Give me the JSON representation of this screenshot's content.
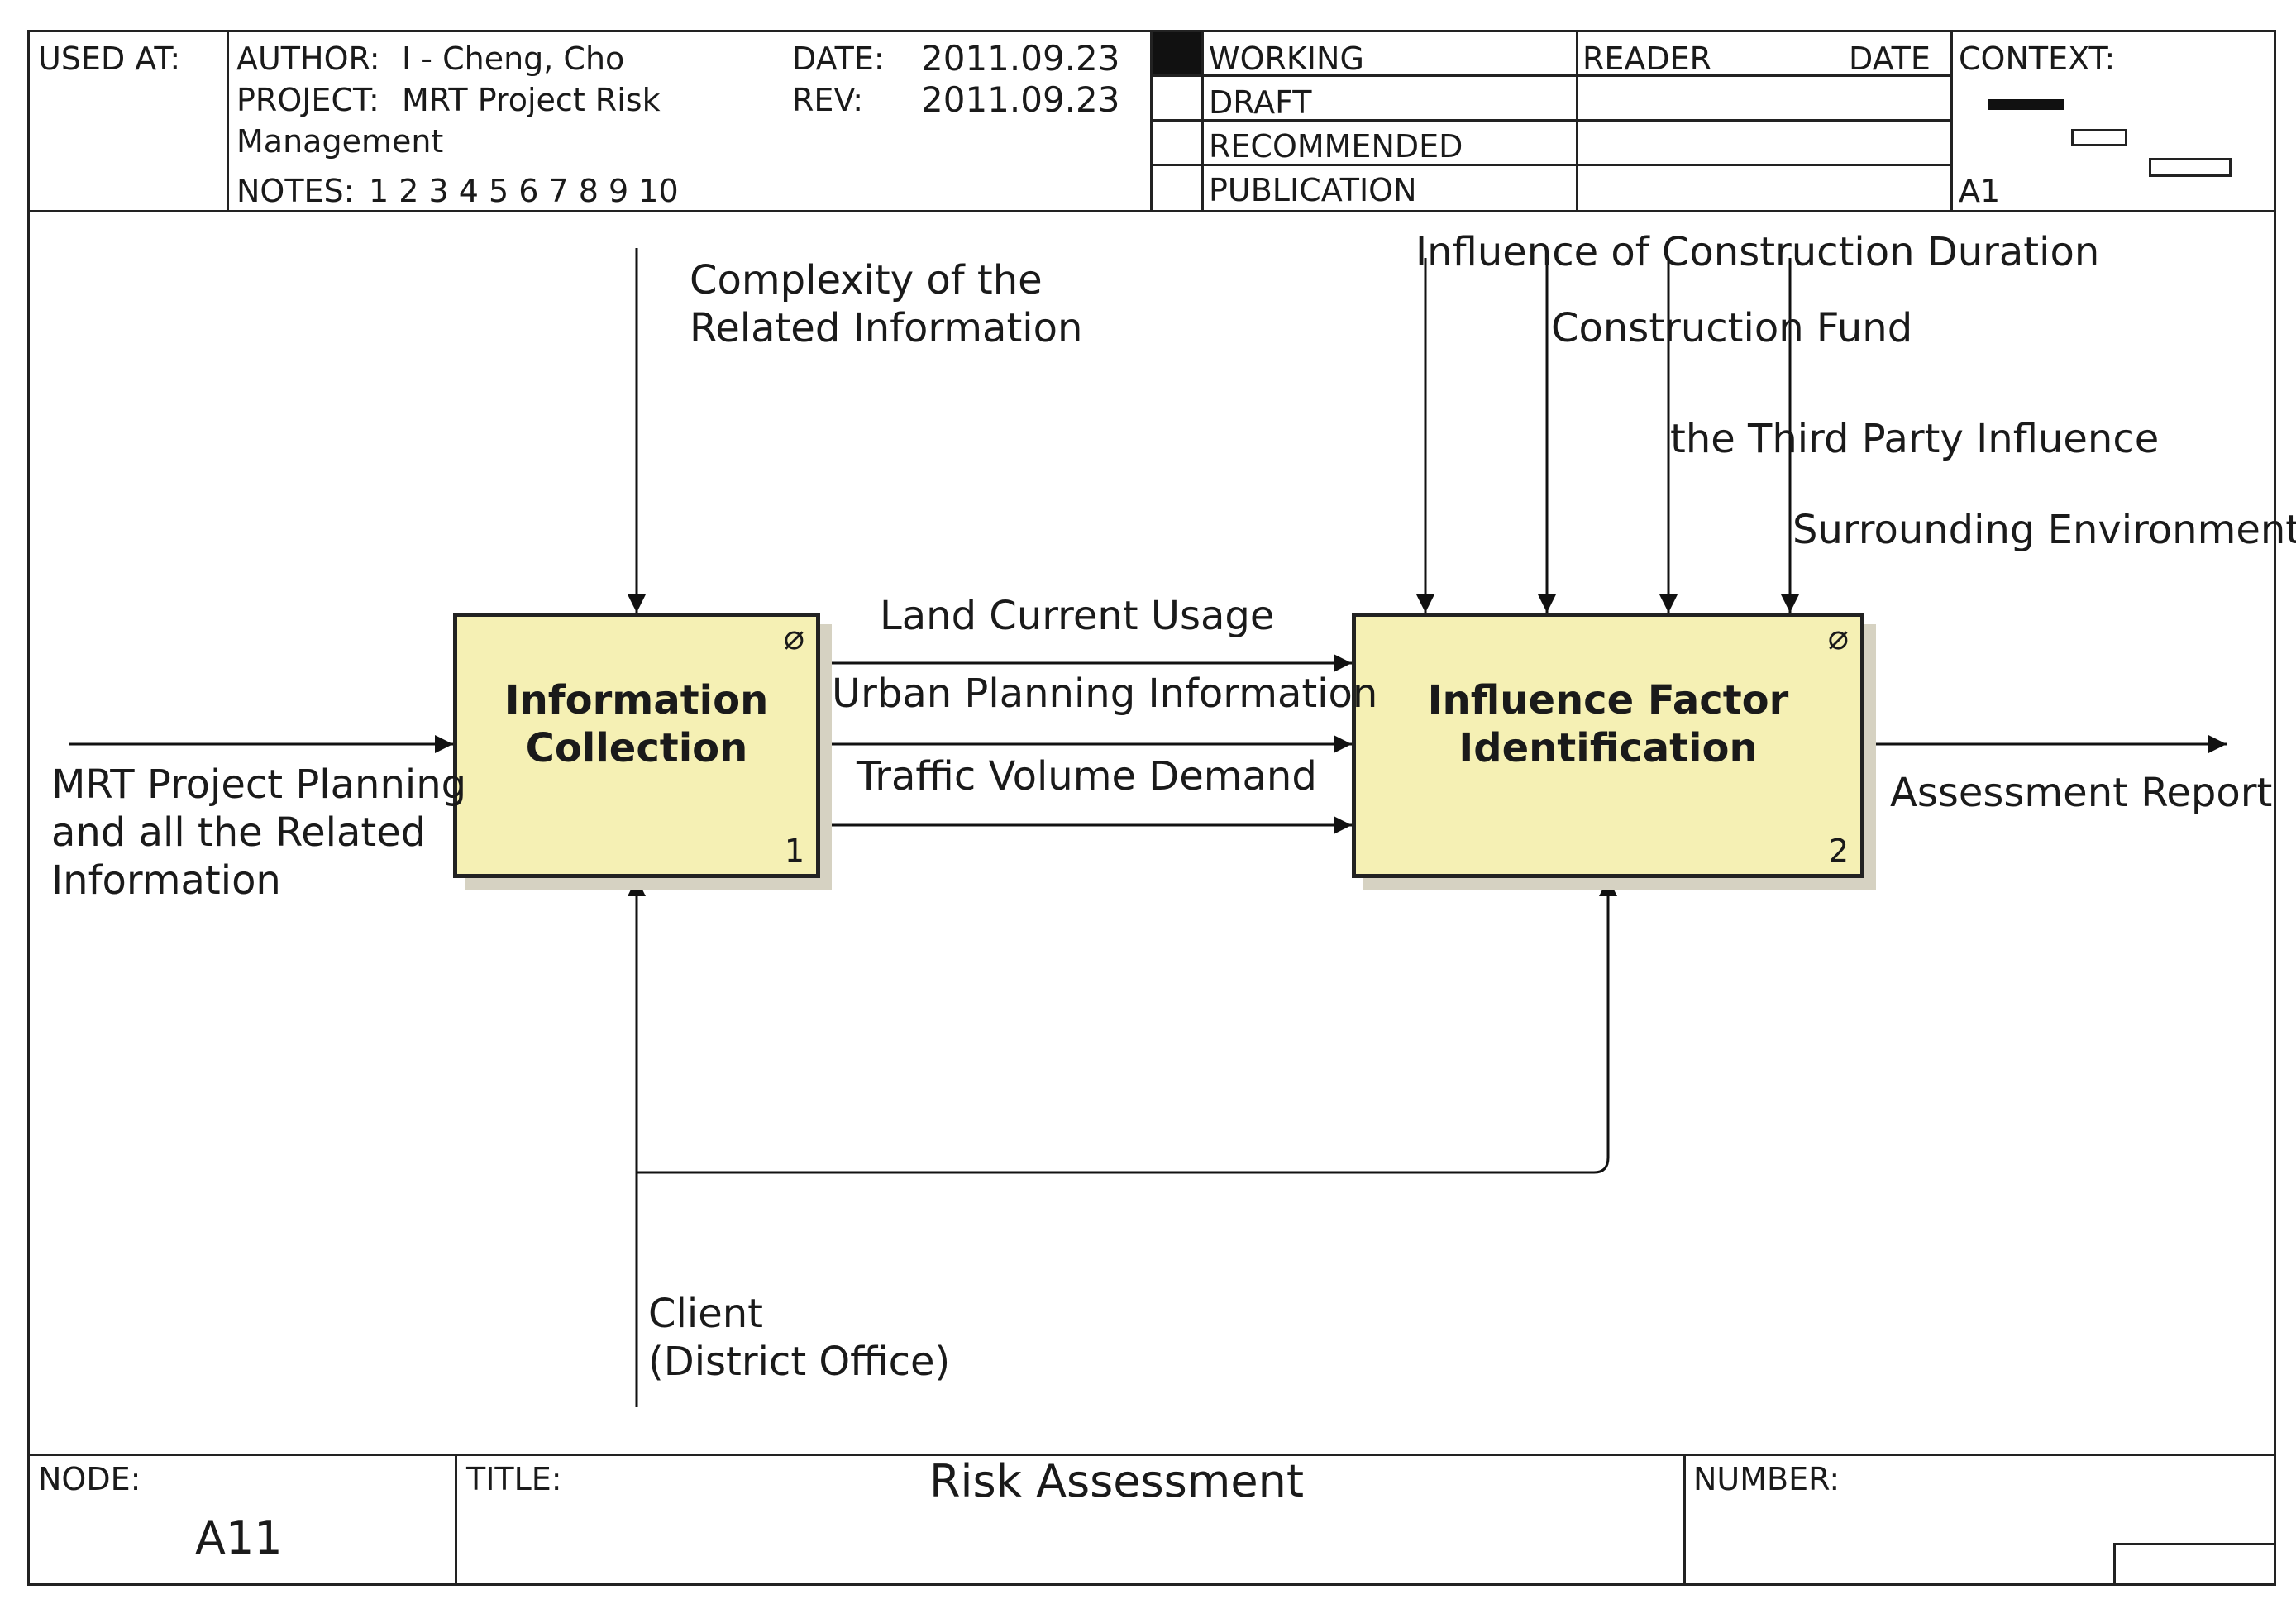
{
  "header": {
    "used_at_label": "USED AT:",
    "author_label": "AUTHOR:",
    "author_value": "I - Cheng, Cho",
    "project_label": "PROJECT:",
    "project_value": "MRT Project Risk",
    "project_value_line2": "Management",
    "notes_label": "NOTES:",
    "notes_values": "1  2  3  4  5  6  7  8  9  10",
    "date_label": "DATE:",
    "date_value": "2011.09.23",
    "rev_label": "REV:",
    "rev_value": "2011.09.23",
    "status": [
      "WORKING",
      "DRAFT",
      "RECOMMENDED",
      "PUBLICATION"
    ],
    "reader_label": "READER",
    "reader_date_label": "DATE",
    "context_label": "CONTEXT:",
    "context_node": "A1"
  },
  "diagram": {
    "boxes": [
      {
        "title_line1": "Information",
        "title_line2": "Collection",
        "number": "1"
      },
      {
        "title_line1": "Influence Factor",
        "title_line2": "Identification",
        "number": "2"
      }
    ],
    "input_label": [
      "MRT Project Planning",
      "and all the Related",
      "Information"
    ],
    "control_box1": [
      "Complexity of the",
      "Related Information"
    ],
    "flows": [
      "Land Current Usage",
      "Urban Planning Information",
      "Traffic Volume Demand"
    ],
    "controls_box2": [
      "Influence of Construction Duration",
      "Construction Fund",
      "the Third Party Influence",
      "Surrounding Environment"
    ],
    "output_label": "Assessment Report",
    "mechanism_label": [
      "Client",
      "(District Office)"
    ]
  },
  "footer": {
    "node_label": "NODE:",
    "node_value": "A11",
    "title_label": "TITLE:",
    "title_value": "Risk Assessment",
    "number_label": "NUMBER:"
  }
}
